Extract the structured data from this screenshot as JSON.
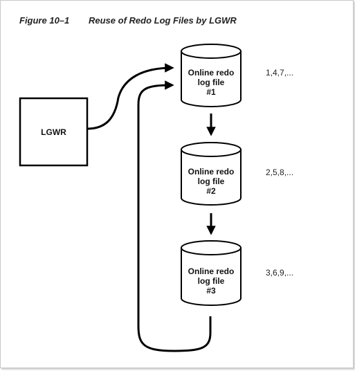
{
  "figure": {
    "number": "Figure 10–1",
    "caption": "Reuse of Redo Log Files by LGWR"
  },
  "writer": {
    "label": "LGWR"
  },
  "log_files": [
    {
      "lines": [
        "Online redo",
        "log file",
        "#1"
      ],
      "sequence": "1,4,7,..."
    },
    {
      "lines": [
        "Online redo",
        "log file",
        "#2"
      ],
      "sequence": "2,5,8,..."
    },
    {
      "lines": [
        "Online redo",
        "log file",
        "#3"
      ],
      "sequence": "3,6,9,..."
    }
  ],
  "colors": {
    "stroke": "#000000",
    "cylinder_fill": "#ffffff"
  }
}
